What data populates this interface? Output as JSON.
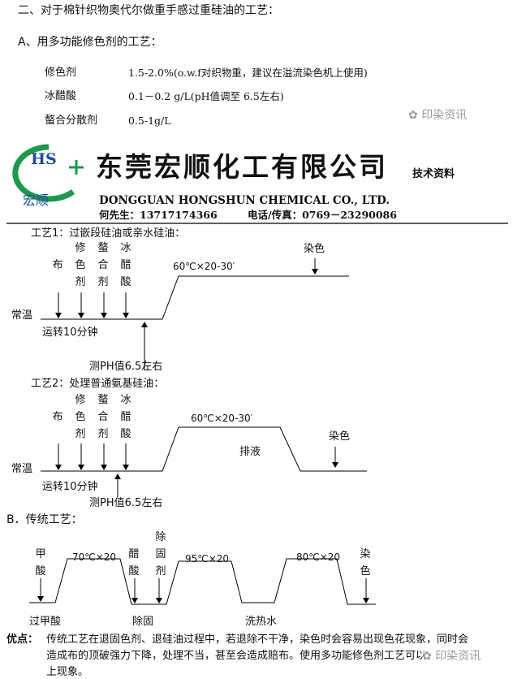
{
  "heading": "二、对于棉针织物奥代尔做重手感过重硅油的工艺：",
  "section_a": "A、用多功能修色剂的工艺：",
  "recipe": [
    {
      "name": "修色剂",
      "value": "1.5-2.0%(o.w.f对织物重，建议在溢流染色机上使用)"
    },
    {
      "name": "冰醋酸",
      "value": "0.1－0.2 g/L(pH值调至  6.5左右)"
    },
    {
      "name": "螯合分散剂",
      "value": "0.5-1g/L"
    }
  ],
  "watermark": "印染资讯",
  "letterhead": {
    "logo_letters": "HS",
    "logo_name": "宏顺",
    "company_cn": "东莞宏顺化工有限公司",
    "doc_type": "技术资料",
    "company_en": "DONGGUAN HONGSHUN CHEMICAL CO., LTD.",
    "contact": "何先生：13717174366",
    "phone": "电话/传真：0769－23290086"
  },
  "process1": {
    "title": "工艺1：过嵌段硅油或亲水硅油：",
    "additions": [
      "布",
      "修色剂",
      "螯合剂",
      "冰醋酸"
    ],
    "hold": "60℃×20-30′",
    "dye": "染色",
    "ambient": "常温",
    "run": "运转10分钟",
    "ph": "测PH值6.5左右"
  },
  "process2": {
    "title": "工艺2：处理普通氨基硅油：",
    "additions": [
      "布",
      "修色剂",
      "螯合剂",
      "冰醋酸"
    ],
    "hold": "60℃×20-30′",
    "drain": "排液",
    "dye": "染色",
    "ambient": "常温",
    "run": "运转10分钟",
    "ph": "测PH值6.5左右"
  },
  "section_b": {
    "title": "B．传统工艺：",
    "formic": "甲酸",
    "hold1": "70℃×20",
    "acetic": "醋酸",
    "fixremover": "除固剂",
    "hold2": "95℃×20",
    "hold3": "80℃×20",
    "dye": "染色",
    "step1": "过甲酸",
    "step2": "除固",
    "step3": "洗热水"
  },
  "advantage": {
    "label": "优点：",
    "line1": "传统工艺在退固色剂、退硅油过程中，若退除不干净，染色时会容易出现色花现象，同时会",
    "line2": "造成布的顶破强力下降，处理不当，甚至会造成赔布。使用多功能修色剂工艺可以",
    "line3": "上现象。"
  }
}
